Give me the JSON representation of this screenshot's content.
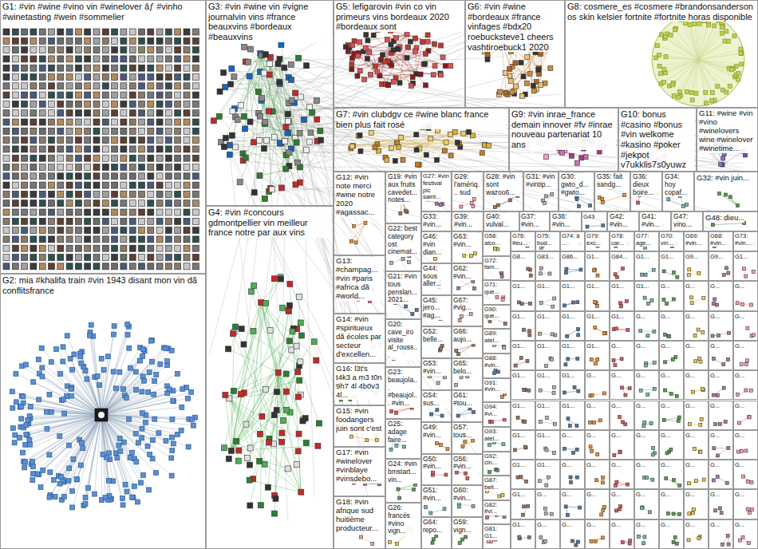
{
  "diagram": {
    "nodes": [
      {
        "text": [
          "G1: #vin #wine #vino vin #winelover âƒ #vinho #winetasting #wein #sommelier"
        ]
      },
      {
        "text": [
          "G3: #vin #wine vin #vigne journalvin vins #france beauxvins #bordeaux #beauxvins"
        ]
      },
      {
        "text": [
          "G5: lefigarovin #vin co vin primeurs vins bordeaux 2020 #bordeaux sont"
        ]
      },
      {
        "text": [
          "G6: #vin #wine #bordeaux #france vinfages #bdx20 roebucksteve1 cheers vashtiroebuck1 2020"
        ]
      },
      {
        "text": [
          "G8: cosmere_es #cosmere #brandonsanderson os skin kelsier fortnite #fortnite horas disponible"
        ]
      },
      {
        "text": [
          "G2: mia #khalifa train #vin 1943 disant mon vin dã conflitsfrance"
        ]
      },
      {
        "text": [
          "G7: #vin clubdgv ce #wine blanc france bien plus fait rosé"
        ]
      },
      {
        "text": [
          "G9: #vin inrae_france demain innover #fv #inrae nouveau partenariat 10 ans"
        ]
      },
      {
        "text": [
          "G10: bonus #casino #bonus #vin welkome #kasino #poker #jekpot v7ukklis7s0yuwz"
        ]
      },
      {
        "text": [
          "G11: #wine #vin #vino #winelovers wine #winelover #winetime..."
        ]
      },
      {
        "text": [
          "G4: #vin #concours gdmontpellier vin meilleur france notre par aux vins"
        ]
      },
      {
        "text": [
          "G12: #vin note merci #wine notre 2020 #agassac..."
        ]
      },
      {
        "text": [
          "G13: #champag... #vin #paris #africa dã #world..."
        ]
      },
      {
        "text": [
          "G14: #vin #spiritueux dã écoles par secteur d'excellen..."
        ]
      },
      {
        "text": [
          "G16: l3t's t4k3 a m3 t0n 9h7 4l 4b0v3 4l..."
        ]
      },
      {
        "text": [
          "G15: #vin foodangers juin sont c'est"
        ]
      },
      {
        "text": [
          "G17: #vin #winelover #vinblaye #vinsdebo..."
        ]
      },
      {
        "text": [
          "G18: #vin afrique sud huitième producteur..."
        ]
      },
      {
        "text": [
          "G19: #vin aux fruits cavedet... notes..."
        ]
      },
      {
        "text": [
          "G22: best category ost cinemat..."
        ]
      },
      {
        "text": [
          "G21: #vin tous penslan... 2021..."
        ]
      },
      {
        "text": [
          "G20: cave_iro visite al_rouss..."
        ]
      },
      {
        "text": [
          "G23: beaujola... #beaujol... #vin..."
        ]
      },
      {
        "text": [
          "G25: adage faire..."
        ]
      },
      {
        "text": [
          "G24: #vin bmstart... vin..."
        ]
      },
      {
        "text": [
          "G26: francés #vino vign..."
        ]
      },
      {
        "text": [
          "G27: #vin festival pic saint..."
        ]
      },
      {
        "text": [
          "G29: l'amériq... sud"
        ]
      },
      {
        "text": [
          "G28: #vin sont wazoo6..."
        ]
      },
      {
        "text": [
          "G31: #vin #vintip..."
        ]
      },
      {
        "text": [
          "G30: gwto_d... #gwto..."
        ]
      },
      {
        "text": [
          "G35: fait sandg..."
        ]
      },
      {
        "text": [
          "G36: dieux boire..."
        ]
      },
      {
        "text": [
          "G34: hoy copaf..."
        ]
      },
      {
        "text": [
          "G32: #vin juin..."
        ]
      },
      {
        "text": [
          "G33: #vin..."
        ]
      },
      {
        "text": [
          "G39: #vin..."
        ]
      },
      {
        "text": [
          "G40: vulval..."
        ]
      },
      {
        "text": [
          "G37: #vin..."
        ]
      },
      {
        "text": [
          "G38: #vin..."
        ]
      },
      {
        "text": [
          "G43"
        ]
      },
      {
        "text": [
          "G42: #vin..."
        ]
      },
      {
        "text": [
          "G41: #vin..."
        ]
      },
      {
        "text": [
          "G47: vino..."
        ]
      },
      {
        "text": [
          "G48: dieu..."
        ]
      },
      {
        "text": [
          "G46: #vin dian..."
        ]
      },
      {
        "text": [
          "G44: sous aller..."
        ]
      },
      {
        "text": [
          "G45: jero... #ag..."
        ]
      },
      {
        "text": [
          "G52: belle..."
        ]
      },
      {
        "text": [
          "G53: #vin..."
        ]
      },
      {
        "text": [
          "G54: sus..."
        ]
      },
      {
        "text": [
          "G49: #vin..."
        ]
      },
      {
        "text": [
          "G50: #vin..."
        ]
      },
      {
        "text": [
          "G51: #vin..."
        ]
      },
      {
        "text": [
          "G64: repo..."
        ]
      },
      {
        "text": [
          "G63: #vin..."
        ]
      },
      {
        "text": [
          "G62: #vin..."
        ]
      },
      {
        "text": [
          "G67: #vig..."
        ]
      },
      {
        "text": [
          "G66: aujo..."
        ]
      },
      {
        "text": [
          "G65: belo..."
        ]
      },
      {
        "text": [
          "G61: #tou..."
        ]
      },
      {
        "text": [
          "G57: tous..."
        ]
      },
      {
        "text": [
          "G56: #vin..."
        ]
      },
      {
        "text": [
          "G60: #vin..."
        ]
      },
      {
        "text": [
          "G59: vign..."
        ]
      },
      {
        "text": [
          "G58: alco..."
        ]
      },
      {
        "text": [
          "G72: fam..."
        ]
      },
      {
        "text": [
          "G71: que..."
        ]
      },
      {
        "text": [
          "G90: que..."
        ]
      },
      {
        "text": [
          "G89: atel..."
        ]
      },
      {
        "text": [
          "G88: #vin..."
        ]
      },
      {
        "text": [
          "G91: #vin..."
        ]
      },
      {
        "text": [
          "G94: #vi..."
        ]
      },
      {
        "text": [
          "G93: atel..."
        ]
      },
      {
        "text": [
          "G92: cin..."
        ]
      },
      {
        "text": [
          "G87: bell..."
        ]
      },
      {
        "text": [
          "G82: #vi..."
        ]
      },
      {
        "text": [
          "G81: G1..."
        ]
      },
      {
        "text": [
          "G76: #eu..."
        ]
      },
      {
        "text": [
          "G75: bod..."
        ]
      },
      {
        "text": [
          "G74: â ..."
        ]
      },
      {
        "text": [
          "G79: exc..."
        ]
      },
      {
        "text": [
          "G78: car..."
        ]
      },
      {
        "text": [
          "G77: age..."
        ]
      },
      {
        "text": [
          "G70: vin..."
        ]
      },
      {
        "text": [
          "G69: #vin..."
        ]
      },
      {
        "text": [
          "G68: #vin..."
        ]
      },
      {
        "text": [
          "G73: #vin..."
        ]
      },
      {
        "text": [
          "G8..."
        ]
      },
      {
        "text": [
          "G83..."
        ]
      },
      {
        "text": [
          "G86..."
        ]
      },
      {
        "text": [
          "G1..."
        ]
      },
      {
        "text": [
          "G84..."
        ]
      },
      {
        "text": [
          "G1..."
        ]
      },
      {
        "text": [
          "G1..."
        ]
      },
      {
        "text": [
          "G9..."
        ]
      },
      {
        "text": [
          "G9..."
        ]
      },
      {
        "text": [
          "G1..."
        ]
      },
      {
        "text": [
          "G1..."
        ]
      },
      {
        "text": [
          "G1..."
        ]
      },
      {
        "text": [
          "G1..."
        ]
      },
      {
        "text": [
          "G1..."
        ]
      },
      {
        "text": [
          "G1..."
        ]
      },
      {
        "text": [
          "G1..."
        ]
      },
      {
        "text": [
          "G..."
        ]
      },
      {
        "text": [
          "G..."
        ]
      },
      {
        "text": [
          "G..."
        ]
      },
      {
        "text": [
          "G..."
        ]
      },
      {
        "text": [
          "G1..."
        ]
      },
      {
        "text": [
          "G1..."
        ]
      },
      {
        "text": [
          "G1..."
        ]
      },
      {
        "text": [
          "G1..."
        ]
      },
      {
        "text": [
          "G1..."
        ]
      },
      {
        "text": [
          "G..."
        ]
      },
      {
        "text": [
          "G..."
        ]
      },
      {
        "text": [
          "G..."
        ]
      },
      {
        "text": [
          "G..."
        ]
      },
      {
        "text": [
          "G..."
        ]
      },
      {
        "text": [
          "G1..."
        ]
      },
      {
        "text": [
          "G1..."
        ]
      },
      {
        "text": [
          "G1..."
        ]
      },
      {
        "text": [
          "G1..."
        ]
      },
      {
        "text": [
          "G..."
        ]
      },
      {
        "text": [
          "G..."
        ]
      },
      {
        "text": [
          "G..."
        ]
      },
      {
        "text": [
          "G..."
        ]
      },
      {
        "text": [
          "G..."
        ]
      },
      {
        "text": [
          "G..."
        ]
      },
      {
        "text": [
          "G1..."
        ]
      },
      {
        "text": [
          "G1..."
        ]
      },
      {
        "text": [
          "G1..."
        ]
      },
      {
        "text": [
          "G..."
        ]
      },
      {
        "text": [
          "G..."
        ]
      },
      {
        "text": [
          "G..."
        ]
      },
      {
        "text": [
          "G..."
        ]
      },
      {
        "text": [
          "G..."
        ]
      },
      {
        "text": [
          "G..."
        ]
      },
      {
        "text": [
          "G..."
        ]
      },
      {
        "text": [
          "G1..."
        ]
      },
      {
        "text": [
          "G1..."
        ]
      },
      {
        "text": [
          "G1..."
        ]
      },
      {
        "text": [
          "G..."
        ]
      },
      {
        "text": [
          "G..."
        ]
      },
      {
        "text": [
          "G..."
        ]
      },
      {
        "text": [
          "G..."
        ]
      },
      {
        "text": [
          "G..."
        ]
      },
      {
        "text": [
          "G..."
        ]
      },
      {
        "text": [
          "G..."
        ]
      },
      {
        "text": [
          "G1..."
        ]
      },
      {
        "text": [
          "G1..."
        ]
      },
      {
        "text": [
          "G..."
        ]
      },
      {
        "text": [
          "G..."
        ]
      },
      {
        "text": [
          "G..."
        ]
      },
      {
        "text": [
          "G..."
        ]
      },
      {
        "text": [
          "G..."
        ]
      },
      {
        "text": [
          "G..."
        ]
      },
      {
        "text": [
          "G..."
        ]
      },
      {
        "text": [
          "G..."
        ]
      },
      {
        "text": [
          "G1..."
        ]
      },
      {
        "text": [
          "G1..."
        ]
      },
      {
        "text": [
          "G..."
        ]
      },
      {
        "text": [
          "G..."
        ]
      },
      {
        "text": [
          "G..."
        ]
      },
      {
        "text": [
          "G..."
        ]
      },
      {
        "text": [
          "G..."
        ]
      },
      {
        "text": [
          "G..."
        ]
      },
      {
        "text": [
          "G..."
        ]
      },
      {
        "text": [
          "G..."
        ]
      },
      {
        "text": [
          "G1..."
        ]
      },
      {
        "text": [
          "G..."
        ]
      },
      {
        "text": [
          "G..."
        ]
      },
      {
        "text": [
          "G..."
        ]
      },
      {
        "text": [
          "G..."
        ]
      },
      {
        "text": [
          "G..."
        ]
      },
      {
        "text": [
          "G..."
        ]
      },
      {
        "text": [
          "G..."
        ]
      },
      {
        "text": [
          "G..."
        ]
      },
      {
        "text": [
          "G..."
        ]
      },
      {
        "text": [
          "G1..."
        ]
      },
      {
        "text": [
          "G..."
        ]
      },
      {
        "text": [
          "G..."
        ]
      },
      {
        "text": [
          "G..."
        ]
      },
      {
        "text": [
          "G..."
        ]
      },
      {
        "text": [
          "G..."
        ]
      },
      {
        "text": [
          "G..."
        ]
      },
      {
        "text": [
          "G..."
        ]
      },
      {
        "text": [
          "G..."
        ]
      },
      {
        "text": [
          "G..."
        ]
      }
    ]
  }
}
